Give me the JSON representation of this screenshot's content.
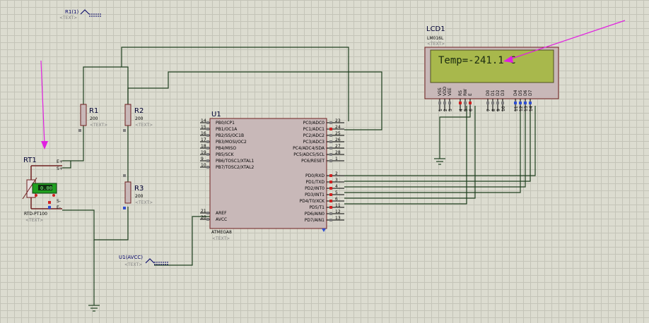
{
  "components": {
    "r1": {
      "ref": "R1",
      "value": "200",
      "text": "<TEXT>"
    },
    "r2": {
      "ref": "R2",
      "value": "200",
      "text": "<TEXT>"
    },
    "r3": {
      "ref": "R3",
      "value": "200",
      "text": "<TEXT>"
    },
    "rt1": {
      "ref": "RT1",
      "model": "RTD-PT100",
      "text": "<TEXT>",
      "display": "0.00",
      "pins": [
        "E+",
        "S+",
        "S-",
        "E-"
      ]
    },
    "u1": {
      "ref": "U1",
      "part": "ATMEGA8",
      "text": "<TEXT>",
      "left_pins": [
        {
          "num": "14",
          "name": "PB0/ICP1"
        },
        {
          "num": "15",
          "name": "PB1/OC1A"
        },
        {
          "num": "16",
          "name": "PB2/SS/OC1B"
        },
        {
          "num": "17",
          "name": "PB3/MOSI/OC2"
        },
        {
          "num": "18",
          "name": "PB4/MISO"
        },
        {
          "num": "19",
          "name": "PB5/SCK"
        },
        {
          "num": "9",
          "name": "PB6/TOSC1/XTAL1"
        },
        {
          "num": "10",
          "name": "PB7/TOSC2/XTAL2"
        },
        {
          "num": "21",
          "name": "AREF"
        },
        {
          "num": "20",
          "name": "AVCC"
        }
      ],
      "right_pins": [
        {
          "num": "23",
          "name": "PC0/ADC0"
        },
        {
          "num": "24",
          "name": "PC1/ADC1"
        },
        {
          "num": "25",
          "name": "PC2/ADC2"
        },
        {
          "num": "26",
          "name": "PC3/ADC3"
        },
        {
          "num": "27",
          "name": "PC4/ADC4/SDA"
        },
        {
          "num": "28",
          "name": "PC5/ADC5/SCL"
        },
        {
          "num": "1",
          "name": "PC6/RESET"
        },
        {
          "num": "2",
          "name": "PD0/RXD"
        },
        {
          "num": "3",
          "name": "PD1/TXD"
        },
        {
          "num": "4",
          "name": "PD2/INT0"
        },
        {
          "num": "5",
          "name": "PD3/INT1"
        },
        {
          "num": "6",
          "name": "PD4/T0/XCK"
        },
        {
          "num": "11",
          "name": "PD5/T1"
        },
        {
          "num": "12",
          "name": "PD6/AIN0"
        },
        {
          "num": "13",
          "name": "PD7/AIN1"
        }
      ]
    },
    "lcd1": {
      "ref": "LCD1",
      "model": "LM016L",
      "text": "<TEXT>",
      "display": "Temp=-241.1   C",
      "pin_names": [
        "VSS",
        "VDD",
        "VEE",
        "RS",
        "RW",
        "E",
        "D0",
        "D1",
        "D2",
        "D3",
        "D4",
        "D5",
        "D6",
        "D7"
      ],
      "pin_nums": [
        "1",
        "2",
        "3",
        "4",
        "5",
        "6",
        "7",
        "8",
        "9",
        "10",
        "11",
        "12",
        "13",
        "14"
      ]
    }
  },
  "terminals": {
    "r1_term": {
      "label": "R1(1)",
      "text": "<TEXT>"
    },
    "avcc_term": {
      "label": "U1(AVCC)",
      "text": "<TEXT>"
    }
  },
  "colors": {
    "grid_bg": "#dcdcd0",
    "wire": "#1f3f1f",
    "component_fill": "#c8b8b8",
    "lcd_screen": "#a8b84c",
    "marker": "#e020e0"
  }
}
